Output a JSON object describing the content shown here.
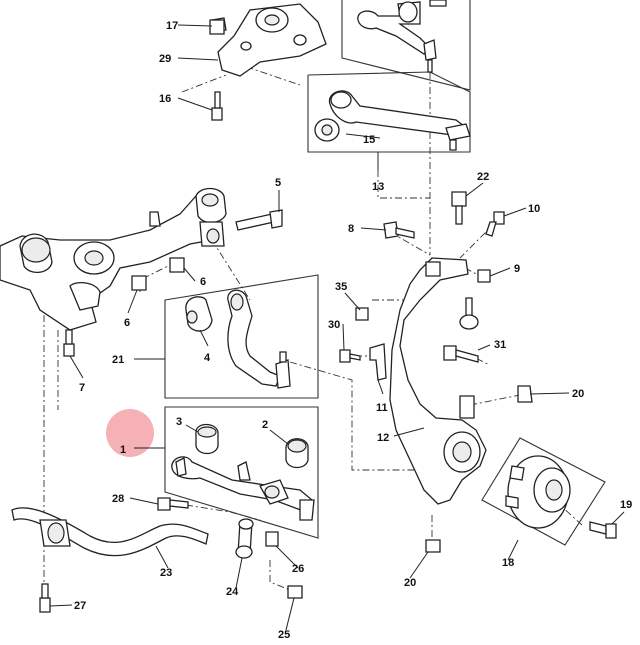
{
  "diagram": {
    "highlight_color": "#e8535a",
    "callouts": [
      {
        "id": "c1",
        "label": "1",
        "selected": true
      },
      {
        "id": "c2",
        "label": "2"
      },
      {
        "id": "c3",
        "label": "3"
      },
      {
        "id": "c4",
        "label": "4"
      },
      {
        "id": "c5",
        "label": "5"
      },
      {
        "id": "c6a",
        "label": "6"
      },
      {
        "id": "c6b",
        "label": "6"
      },
      {
        "id": "c7",
        "label": "7"
      },
      {
        "id": "c8",
        "label": "8"
      },
      {
        "id": "c9",
        "label": "9"
      },
      {
        "id": "c10",
        "label": "10"
      },
      {
        "id": "c11",
        "label": "11"
      },
      {
        "id": "c12",
        "label": "12"
      },
      {
        "id": "c13",
        "label": "13"
      },
      {
        "id": "c15",
        "label": "15"
      },
      {
        "id": "c16",
        "label": "16"
      },
      {
        "id": "c17",
        "label": "17"
      },
      {
        "id": "c18",
        "label": "18"
      },
      {
        "id": "c19",
        "label": "19"
      },
      {
        "id": "c20a",
        "label": "20"
      },
      {
        "id": "c20b",
        "label": "20"
      },
      {
        "id": "c21",
        "label": "21"
      },
      {
        "id": "c22",
        "label": "22"
      },
      {
        "id": "c23",
        "label": "23"
      },
      {
        "id": "c24",
        "label": "24"
      },
      {
        "id": "c25",
        "label": "25"
      },
      {
        "id": "c26",
        "label": "26"
      },
      {
        "id": "c27",
        "label": "27"
      },
      {
        "id": "c28",
        "label": "28"
      },
      {
        "id": "c29",
        "label": "29"
      },
      {
        "id": "c30",
        "label": "30"
      },
      {
        "id": "c31",
        "label": "31"
      },
      {
        "id": "c35",
        "label": "35"
      }
    ]
  }
}
